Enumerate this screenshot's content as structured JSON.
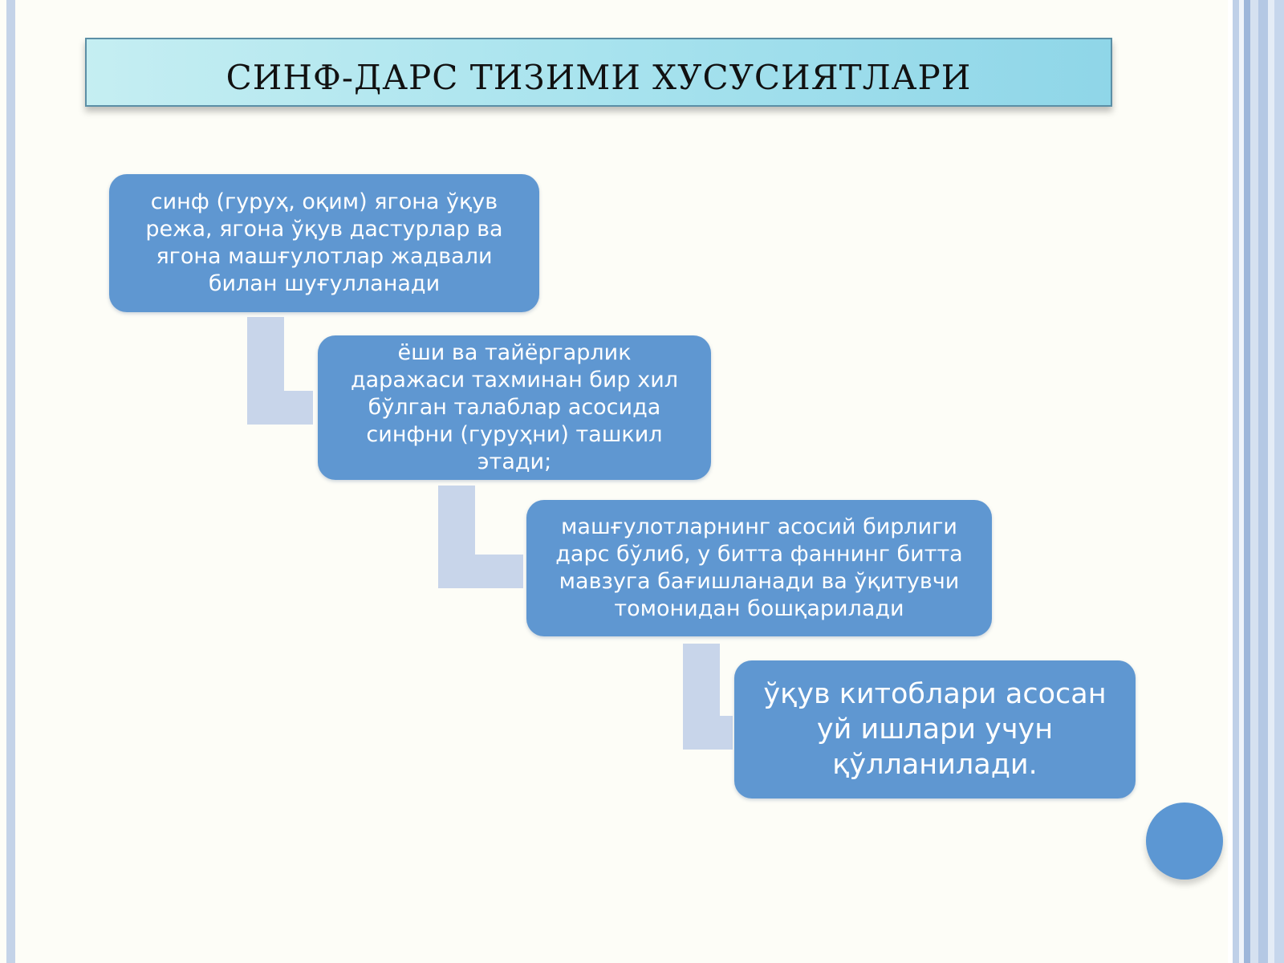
{
  "title": "СИНФ-ДАРС ТИЗИМИ ХУСУСИЯТЛАРИ",
  "steps": [
    {
      "lines": [
        "синф (гуруҳ, оқим) ягона ўқув",
        "режа, ягона ўқув дастурлар ва",
        "ягона машғулотлар жадвали",
        "билан шуғулланади"
      ]
    },
    {
      "lines": [
        "ёши ва тайёргарлик",
        "даражаси тахминан бир хил",
        "бўлган талаблар асосида",
        "синфни (гуруҳни) ташкил",
        "этади;"
      ]
    },
    {
      "lines": [
        "машғулотларнинг асосий бирлиги",
        "дарс бўлиб, у битта фаннинг битта",
        "мавзуга  бағишланади ва ўқитувчи",
        "томонидан бошқарилади"
      ]
    },
    {
      "lines": [
        "ўқув китоблари асосан",
        "уй ишлари учун",
        "қўлланилади."
      ]
    }
  ],
  "colors": {
    "box_fill": "#5f97d1",
    "connector": "#c8d5ea",
    "title_fill": "#a8e3ee",
    "circle": "#5c97d3"
  }
}
